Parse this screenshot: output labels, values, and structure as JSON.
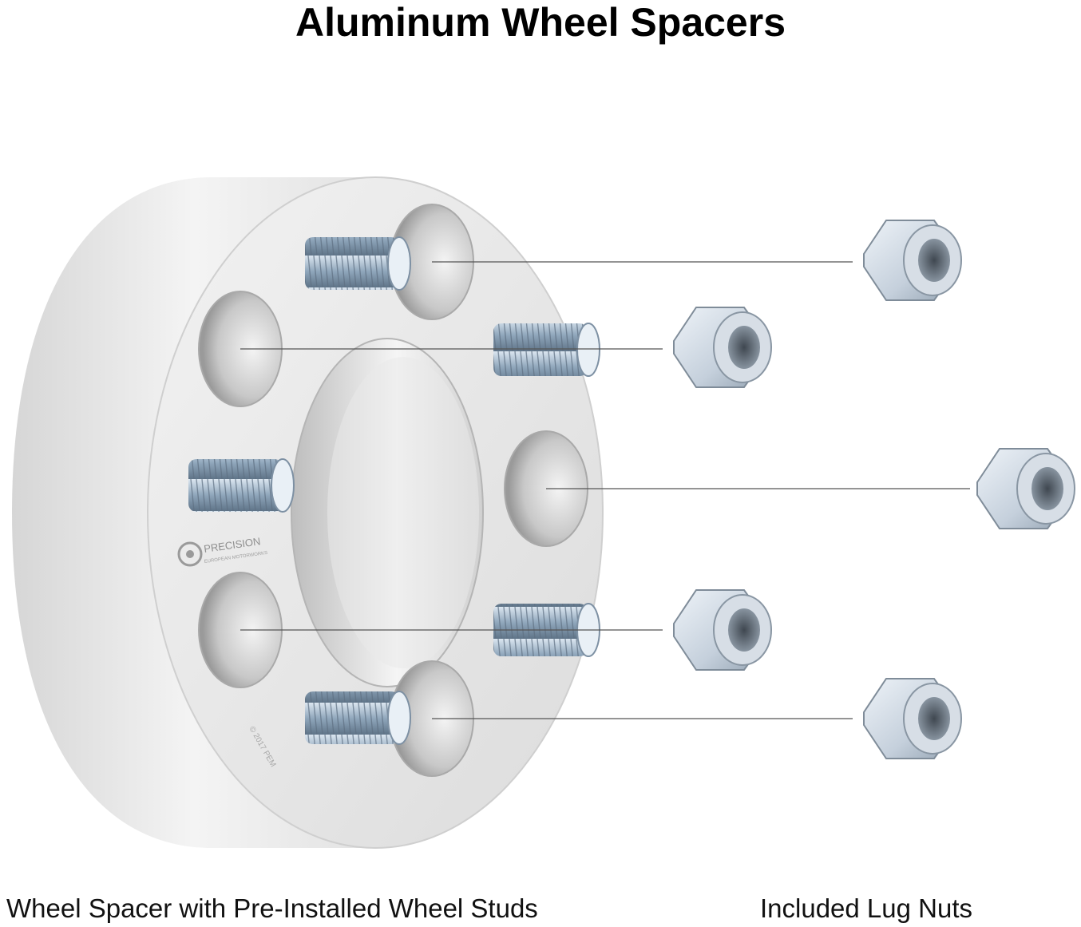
{
  "title": "Aluminum Wheel Spacers",
  "captions": {
    "spacer": "Wheel Spacer with Pre-Installed Wheel Studs",
    "nuts": "Included Lug Nuts"
  },
  "logo": {
    "brand": "PRECISION",
    "sub": "EUROPEAN MOTORWORKS",
    "copyright": "© 2017 PEM"
  },
  "colors": {
    "aluminum_light": "#efefef",
    "aluminum_mid": "#d9d9d9",
    "aluminum_dark": "#bdbdbd",
    "stud": "#9eb4c8",
    "leader_line": "#555555"
  }
}
